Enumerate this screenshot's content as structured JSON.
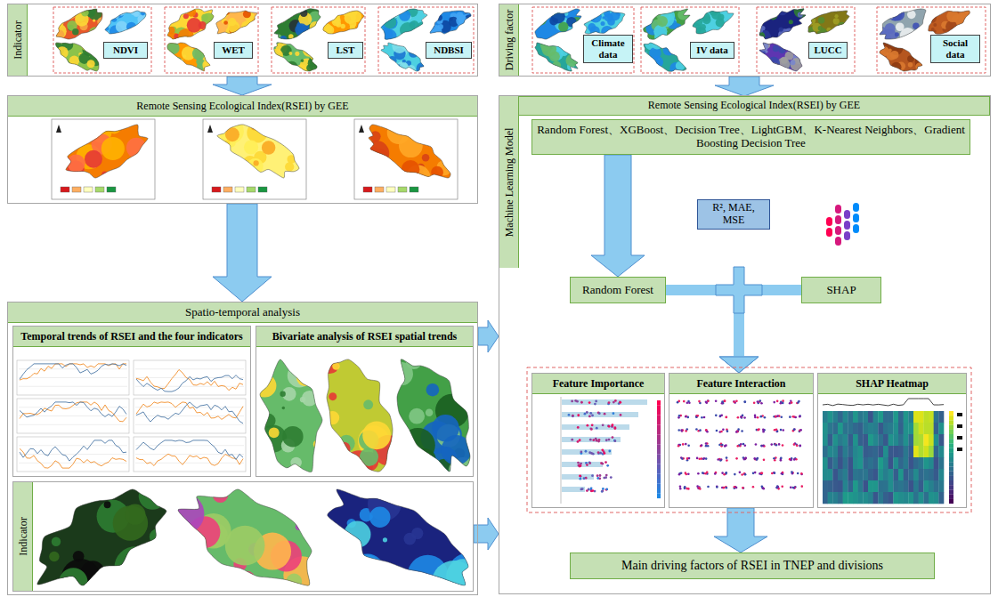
{
  "diagram": {
    "nodes": [
      {
        "text": [
          "Indicator"
        ]
      },
      {
        "text": [
          "NDVI"
        ],
        "in": 0
      },
      {
        "text": [
          "WET"
        ],
        "in": 0
      },
      {
        "text": [
          "LST"
        ],
        "in": 0
      },
      {
        "text": [
          "NDBSI"
        ],
        "in": 0
      },
      {
        "text": [
          "Remote Sensing Ecological Index(RSEI) by GEE"
        ]
      },
      {
        "text": [
          "Spatio-temporal analysis"
        ]
      },
      {
        "text": [
          "Temporal trends of RSEI and the four indicators"
        ],
        "in": 6
      },
      {
        "text": [
          "Bivariate analysis of RSEI spatial trends"
        ],
        "in": 6
      },
      {
        "text": [
          "Indicator"
        ],
        "in": 6
      },
      {
        "text": [
          "Driving factor"
        ]
      },
      {
        "text": [
          "Climate data"
        ],
        "in": 10
      },
      {
        "text": [
          "IV data"
        ],
        "in": 10
      },
      {
        "text": [
          "LUCC"
        ],
        "in": 10
      },
      {
        "text": [
          "Social data"
        ],
        "in": 10
      },
      {
        "text": [
          "Machine Learning Model"
        ]
      },
      {
        "text": [
          "Remote Sensing Ecological Index(RSEI) by GEE"
        ],
        "in": 15
      },
      {
        "text": [
          "Random Forest、XGBoost、Decision Tree、LightGBM、K-Nearest Neighbors、Gradient Boosting Decision Tree"
        ],
        "in": 15
      },
      {
        "text": [
          "R², MAE, MSE"
        ],
        "in": 15
      },
      {
        "text": [
          "Random Forest"
        ],
        "in": 15
      },
      {
        "text": [
          "SHAP"
        ],
        "in": 15
      },
      {
        "text": [
          "Feature Importance"
        ],
        "in": 15
      },
      {
        "text": [
          "Feature Interaction"
        ],
        "in": 15
      },
      {
        "text": [
          "SHAP Heatmap"
        ],
        "in": 15
      },
      {
        "text": [
          "Main driving factors of RSEI in TNEP and divisions"
        ],
        "in": 15
      }
    ],
    "edges": [
      {
        "from": 0,
        "to": 5,
        "arrow": "to"
      },
      {
        "from": 5,
        "to": 6,
        "arrow": "to"
      },
      {
        "from": 10,
        "to": 16,
        "arrow": "to"
      },
      {
        "from": 17,
        "to": 19,
        "arrow": "to"
      },
      {
        "from": 19,
        "to": 22,
        "arrow": "to"
      },
      {
        "from": 20,
        "to": 22,
        "arrow": "to"
      },
      {
        "from": 22,
        "to": 24,
        "arrow": "to"
      },
      {
        "from": 6,
        "to": 15,
        "arrow": "to"
      },
      {
        "from": 9,
        "to": 15,
        "arrow": "to"
      }
    ]
  }
}
